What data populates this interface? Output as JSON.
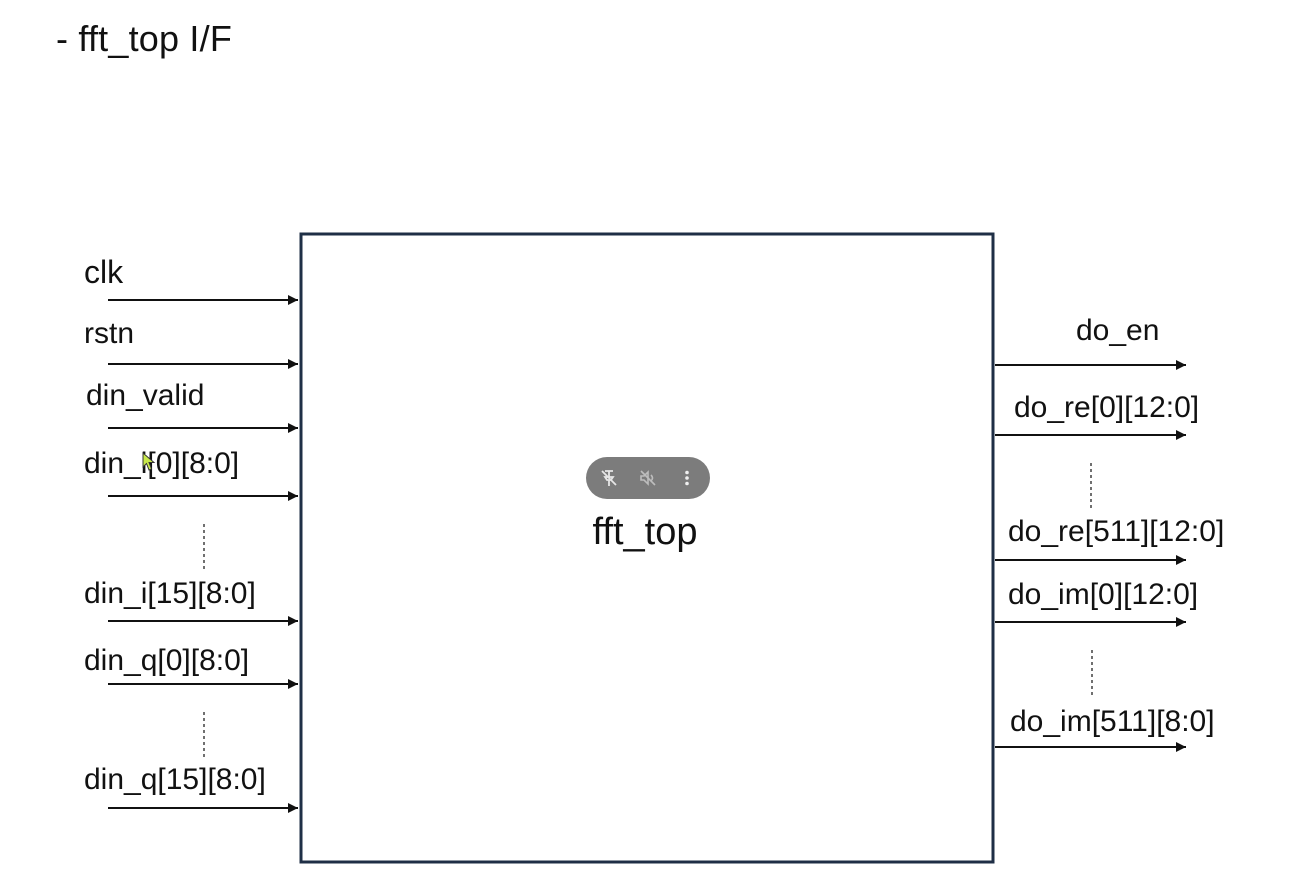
{
  "heading": "- fft_top I/F",
  "block": {
    "name": "fft_top"
  },
  "inputs": [
    "clk",
    "rstn",
    "din_valid",
    "din_i[0][8:0]",
    "din_i[15][8:0]",
    "din_q[0][8:0]",
    "din_q[15][8:0]"
  ],
  "outputs": [
    "do_en",
    "do_re[0][12:0]",
    "do_re[511][12:0]",
    "do_im[0][12:0]",
    "do_im[511][8:0]"
  ],
  "overlay_controls": [
    {
      "name": "unpin-icon"
    },
    {
      "name": "mute-icon"
    },
    {
      "name": "more-options-icon"
    }
  ],
  "colors": {
    "block_border": "#1f2f46",
    "overlay_bg": "#7c7c7c",
    "cursor": "#c8e84a"
  }
}
